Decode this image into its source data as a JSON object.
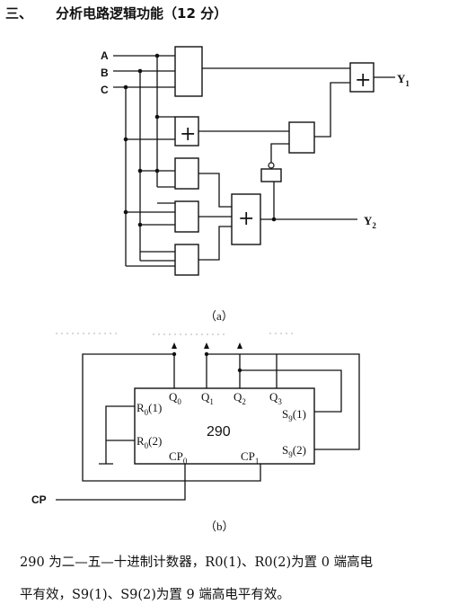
{
  "header": {
    "section_number": "三、",
    "section_title": "分析电路逻辑功能（12 分）"
  },
  "circuit_a": {
    "inputs": [
      "A",
      "B",
      "C"
    ],
    "xor_symbol": "+",
    "output_y1_main": "Y",
    "output_y1_sub": "1",
    "output_y2_main": "Y",
    "output_y2_sub": "2",
    "caption": "（a）"
  },
  "circuit_b": {
    "chip_name": "290",
    "pins": {
      "q0": {
        "main": "Q",
        "sub": "0"
      },
      "q1": {
        "main": "Q",
        "sub": "1"
      },
      "q2": {
        "main": "Q",
        "sub": "2"
      },
      "q3": {
        "main": "Q",
        "sub": "3"
      },
      "r01": {
        "main": "R",
        "sub": "0",
        "suffix": "(1)"
      },
      "r02": {
        "main": "R",
        "sub": "0",
        "suffix": "(2)"
      },
      "s91": {
        "main": "S",
        "sub": "9",
        "suffix": "(1)"
      },
      "s92": {
        "main": "S",
        "sub": "9",
        "suffix": "(2)"
      },
      "cp0": {
        "main": "CP",
        "sub": "0"
      },
      "cp1": {
        "main": "CP",
        "sub": "1"
      }
    },
    "clock_label": "CP",
    "caption": "（b）"
  },
  "note": {
    "line1": "290 为二—五—十进制计数器，R0(1)、R0(2)为置 0 端高电",
    "line2": "平有效，S9(1)、S9(2)为置 9 端高电平有效。"
  }
}
